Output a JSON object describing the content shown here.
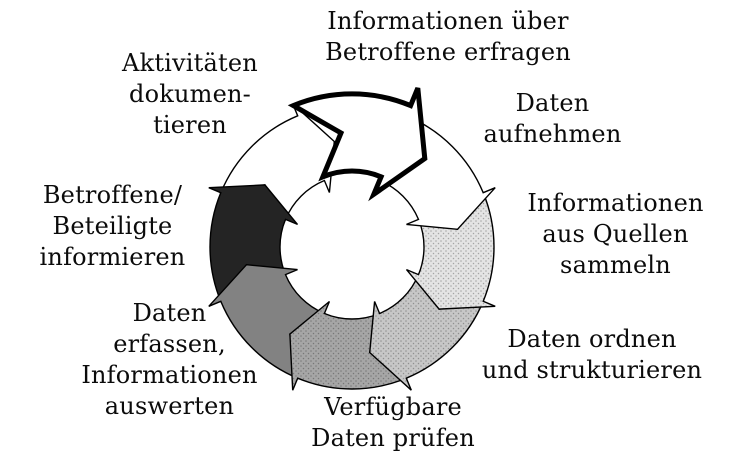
{
  "diagram": {
    "type": "cycle",
    "direction": "clockwise",
    "colors": {
      "background": "#ffffff",
      "outline": "#000000",
      "emphasis_outline": "#000000"
    },
    "steps": [
      {
        "id": "informationen-erfragen",
        "label": "Informationen über\nBetroffene erfragen",
        "fill": "#ffffff",
        "emphasized": true
      },
      {
        "id": "daten-aufnehmen",
        "label": "Daten\naufnehmen",
        "fill": "#ffffff",
        "emphasized": false
      },
      {
        "id": "informationen-sammeln",
        "label": "Informationen\naus Quellen\nsammeln",
        "fill": "#e4e4e4",
        "texture": "stipple",
        "emphasized": false
      },
      {
        "id": "daten-ordnen",
        "label": "Daten ordnen\nund strukturieren",
        "fill": "#c7c7c7",
        "texture": "stipple",
        "emphasized": false
      },
      {
        "id": "daten-pruefen",
        "label": "Verfügbare\nDaten prüfen",
        "fill": "#a6a6a6",
        "texture": "stipple",
        "emphasized": false
      },
      {
        "id": "daten-erfassen",
        "label": "Daten\nerfassen,\nInformationen\nauswerten",
        "fill": "#828282",
        "emphasized": false
      },
      {
        "id": "betroffene-informieren",
        "label": "Betroffene/\nBeteiligte\ninformieren",
        "fill": "#242424",
        "emphasized": false
      },
      {
        "id": "aktivitaeten-dokumentieren",
        "label": "Aktivitäten\ndokumen-\ntieren",
        "fill": "#ffffff",
        "emphasized": false
      }
    ]
  }
}
